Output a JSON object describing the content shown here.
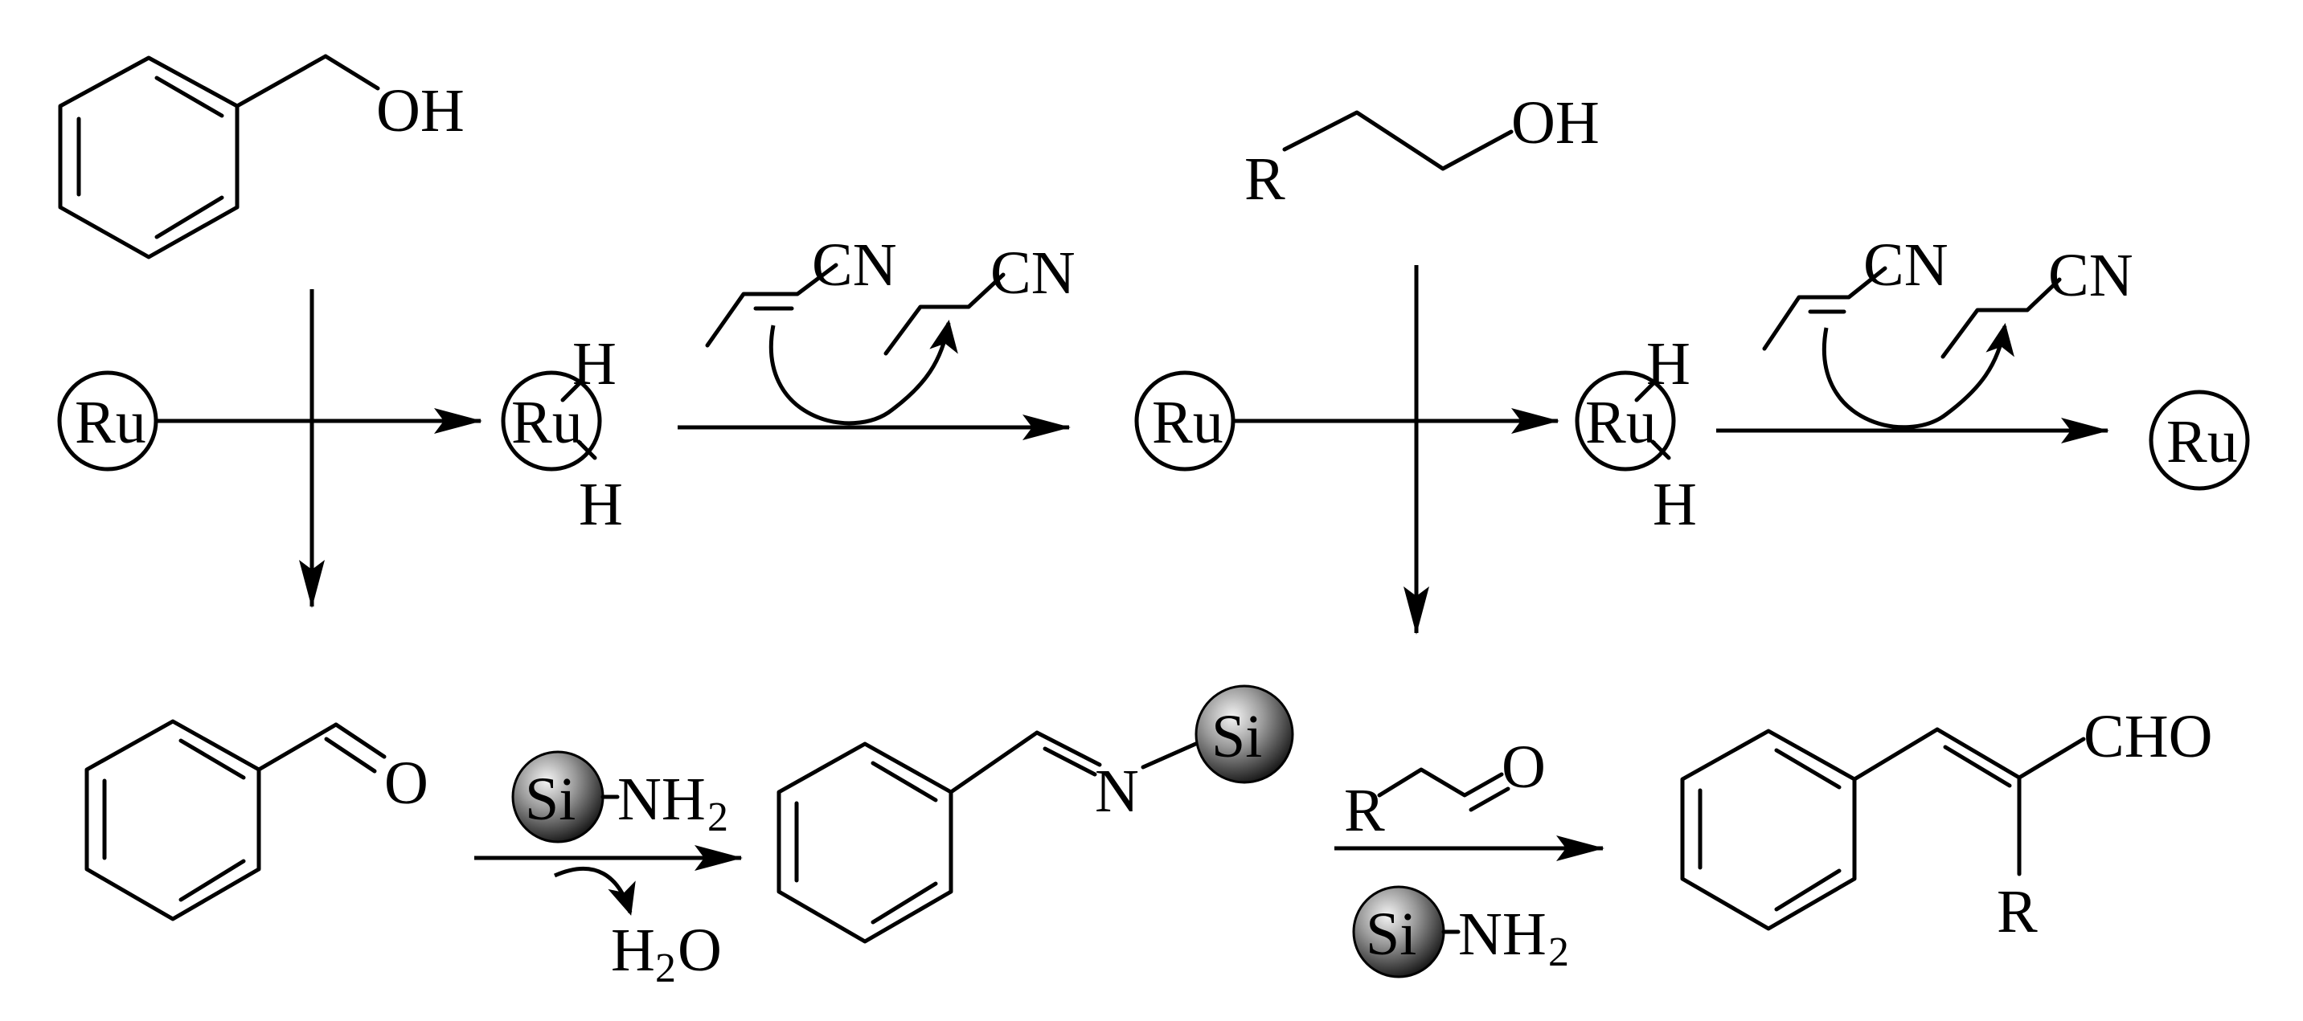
{
  "labels": {
    "oh": "OH",
    "cn": "CN",
    "ru": "Ru",
    "h": "H",
    "o": "O",
    "r": "R",
    "n": "N",
    "si": "Si",
    "nh": "NH",
    "sub2": "2",
    "h2o_h": "H",
    "h2o_o": "O",
    "cho": "CHO"
  },
  "colors": {
    "ink": "#000000",
    "sphere_light": "#f4f4f4",
    "sphere_dark": "#1a1a1a"
  }
}
